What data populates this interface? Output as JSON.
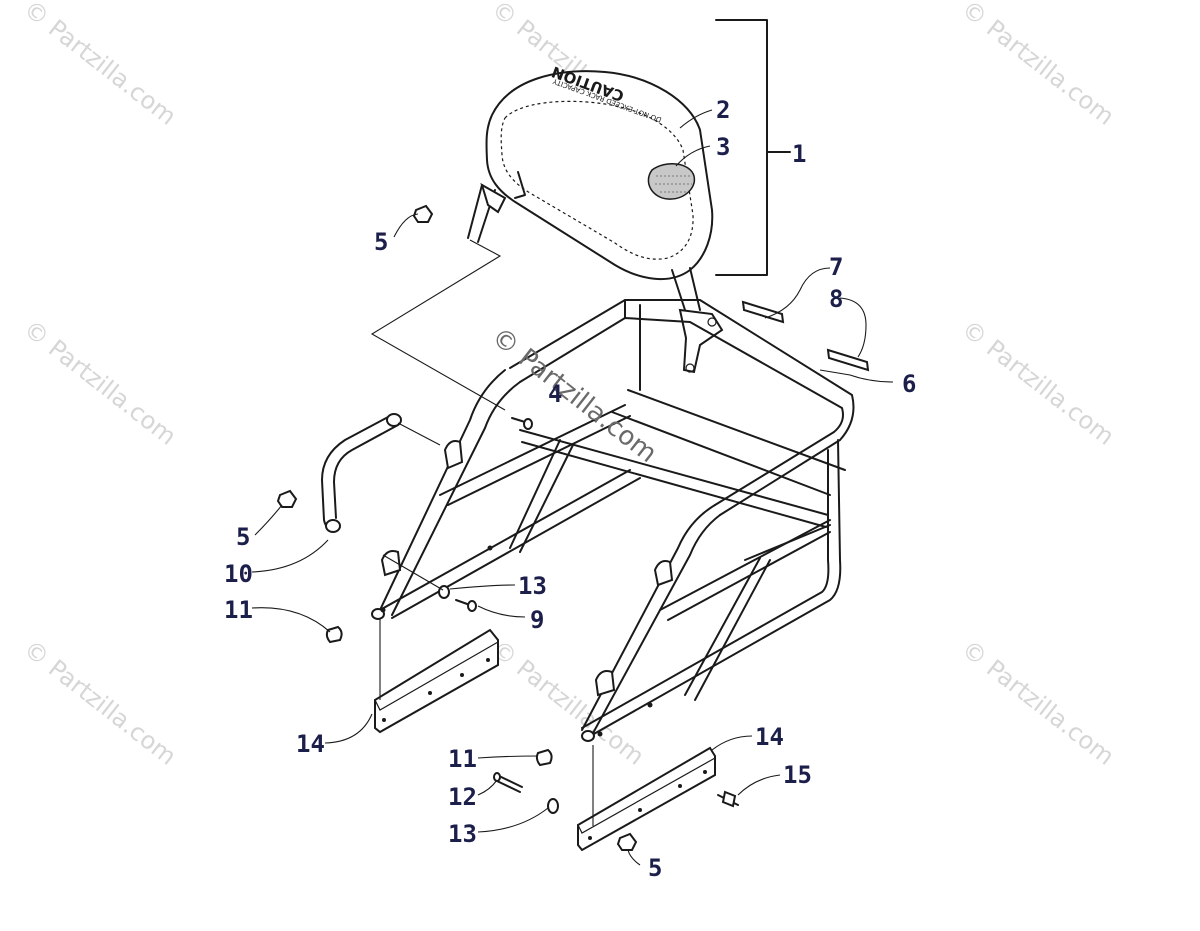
{
  "watermark": {
    "text": "© Partzilla.com",
    "center_text": "© Partzilla.com"
  },
  "decal": {
    "caution": "CAUTION",
    "fine_print": "DO NOT EXCEED RACK CAPACITY"
  },
  "callouts": {
    "c1": "1",
    "c2": "2",
    "c3": "3",
    "c4": "4",
    "c5_top": "5",
    "c5_left": "5",
    "c5_bottom": "5",
    "c6": "6",
    "c7": "7",
    "c8": "8",
    "c9": "9",
    "c10": "10",
    "c11_left": "11",
    "c11_bottom": "11",
    "c12": "12",
    "c13_upper": "13",
    "c13_lower": "13",
    "c14_left": "14",
    "c14_right": "14",
    "c15": "15"
  }
}
